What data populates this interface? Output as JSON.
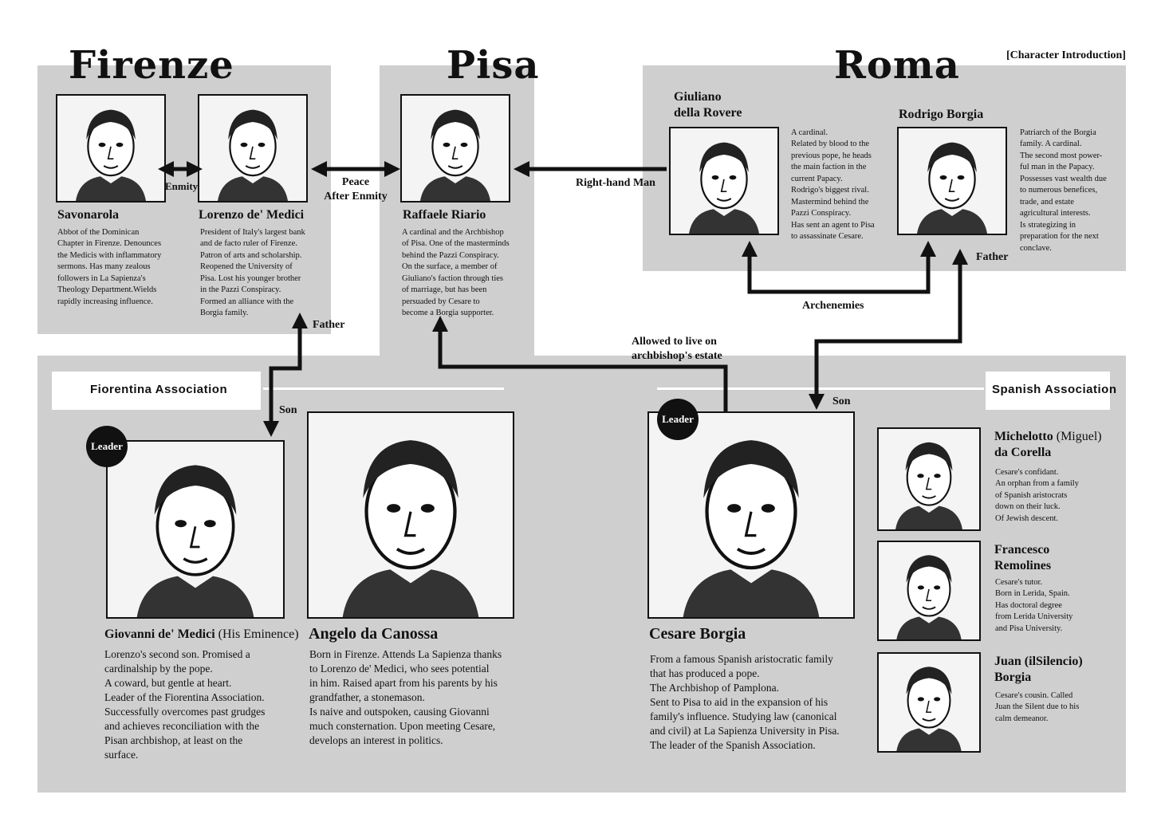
{
  "header": {
    "corner_label": "[Character Introduction]",
    "cities": {
      "firenze": "Firenze",
      "pisa": "Pisa",
      "roma": "Roma"
    }
  },
  "characters": {
    "savonarola": {
      "name": "Savonarola",
      "desc": [
        "Abbot of the Dominican",
        "Chapter in Firenze. Denounces",
        "the Medicis with inflammatory",
        "sermons. Has many zealous",
        "followers in La Sapienza's",
        "Theology Department.Wields",
        "rapidly increasing influence."
      ]
    },
    "lorenzo": {
      "name": "Lorenzo de' Medici",
      "desc": [
        "President of Italy's largest bank",
        "and de facto ruler of Firenze.",
        "Patron of arts and scholarship.",
        "Reopened the University of",
        "Pisa. Lost his younger brother",
        "in the Pazzi Conspiracy.",
        "Formed an alliance with the",
        "Borgia family."
      ]
    },
    "raffaele": {
      "name": "Raffaele Riario",
      "desc": [
        "A cardinal and the Archbishop",
        "of Pisa. One of the masterminds",
        "behind the Pazzi Conspiracy.",
        "On the surface, a member of",
        "Giuliano's faction through ties",
        "of marriage, but has been",
        "persuaded by Cesare to",
        "become a Borgia supporter."
      ]
    },
    "giuliano": {
      "name_line1": "Giuliano",
      "name_line2": "della Rovere",
      "desc": [
        "A cardinal.",
        "Related by blood to the",
        "previous pope, he heads",
        "the main faction in the",
        "current Papacy.",
        "Rodrigo's biggest rival.",
        "Mastermind behind the",
        "Pazzi Conspiracy.",
        "Has sent an agent to Pisa",
        "to assassinate Cesare."
      ]
    },
    "rodrigo": {
      "name": "Rodrigo Borgia",
      "desc": [
        "Patriarch of the Borgia",
        "family. A cardinal.",
        "The second most power-",
        "ful man in the Papacy.",
        "Possesses vast wealth due",
        "to numerous benefices,",
        "trade, and estate",
        "agricultural interests.",
        "Is strategizing in",
        "preparation for the next",
        "conclave."
      ]
    },
    "giovanni": {
      "name": "Giovanni de' Medici",
      "title": "(His Eminence)",
      "desc": [
        "Lorenzo's second son. Promised a",
        "cardinalship by the pope.",
        "A coward, but gentle at heart.",
        "Leader of the Fiorentina Association.",
        "Successfully overcomes past grudges",
        "and achieves reconciliation with the",
        "Pisan archbishop, at least on the",
        "surface."
      ]
    },
    "angelo": {
      "name": "Angelo da Canossa",
      "desc": [
        "Born in Firenze. Attends La Sapienza thanks",
        "to Lorenzo de' Medici, who sees potential",
        "in him. Raised apart from his parents by his",
        "grandfather, a stonemason.",
        "Is naive and outspoken, causing Giovanni",
        "much consternation. Upon meeting Cesare,",
        "develops an interest in politics."
      ]
    },
    "cesare": {
      "name": "Cesare Borgia",
      "desc": [
        "From a famous Spanish aristocratic family",
        "that has produced a pope.",
        "The Archbishop of Pamplona.",
        "Sent to Pisa to aid in the expansion of his",
        "family's influence. Studying law (canonical",
        "and civil) at La Sapienza University in Pisa.",
        "The leader of the Spanish Association."
      ]
    },
    "michelotto": {
      "name_a": "Michelotto",
      "name_alt": "(Miguel)",
      "name_b": "da Corella",
      "desc": [
        "Cesare's confidant.",
        "An orphan from a family",
        "of Spanish aristocrats",
        "down on their luck.",
        "Of Jewish descent."
      ]
    },
    "francesco": {
      "name_line1": "Francesco",
      "name_line2": "Remolines",
      "desc": [
        "Cesare's tutor.",
        "Born in Lerida, Spain.",
        "Has doctoral degree",
        "from Lerida University",
        "and Pisa University."
      ]
    },
    "juan": {
      "name_line1": "Juan (ilSilencio)",
      "name_line2": "Borgia",
      "desc": [
        "Cesare's cousin. Called",
        "Juan the Silent due to his",
        "calm demeanor."
      ]
    }
  },
  "relations": {
    "enmity": "Enmity",
    "peace_line1": "Peace",
    "peace_line2": "After Enmity",
    "right_hand": "Right-hand Man",
    "archenemies": "Archenemies",
    "father_1": "Father",
    "father_2": "Father",
    "son_1": "Son",
    "son_2": "Son",
    "allowed_line1": "Allowed to live on",
    "allowed_line2": "archbishop's estate"
  },
  "associations": {
    "fiorentina": "Fiorentina Association",
    "spanish": "Spanish Association",
    "leader_badge": "Leader"
  },
  "icons": [
    "double-arrow-icon",
    "arrow-icon",
    "portrait-illustration"
  ],
  "colors": {
    "panel": "#cfcfcf",
    "ink": "#111111",
    "paper": "#ffffff"
  }
}
